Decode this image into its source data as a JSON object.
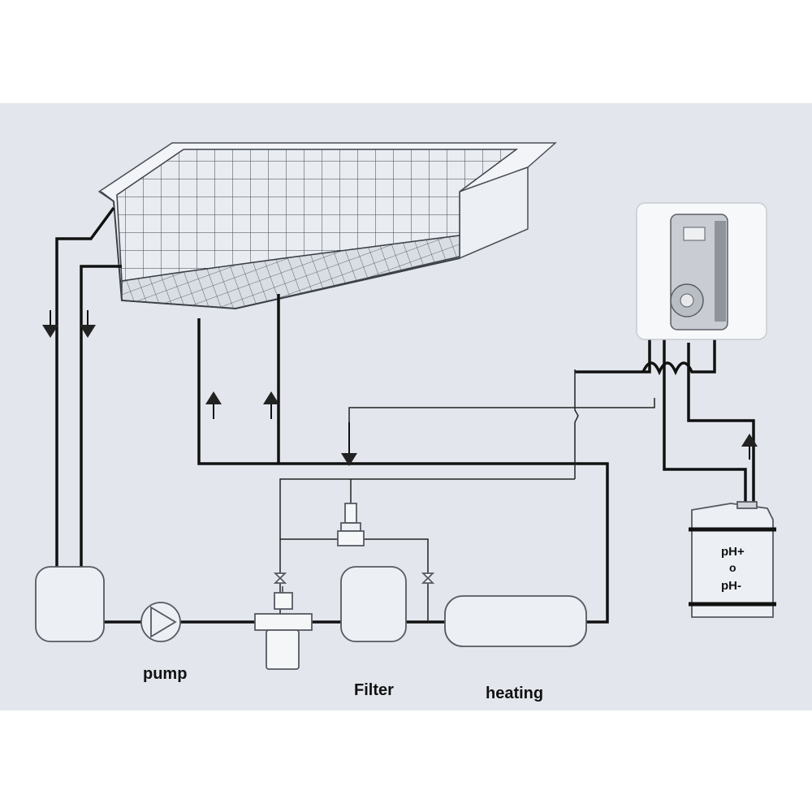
{
  "labels": {
    "pump": "pump",
    "filter": "Filter",
    "heating": "heating",
    "tank_top": "pH+",
    "tank_mid": "o",
    "tank_bottom": "pH-"
  },
  "colors": {
    "panel": "#e3e7ed",
    "pipe": "#111111",
    "outline": "#6a6f78",
    "fill": "#eceff3"
  }
}
